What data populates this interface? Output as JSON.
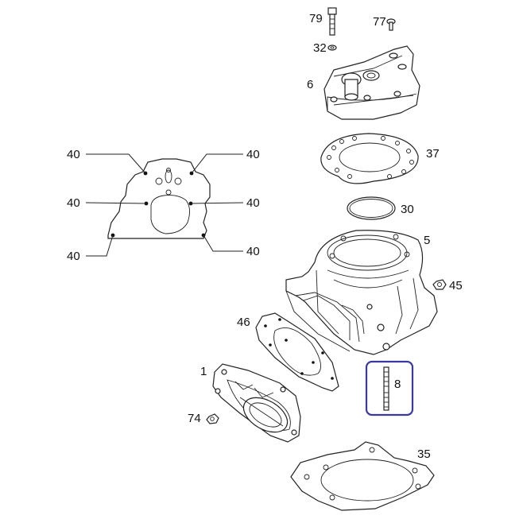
{
  "labels": {
    "p79": "79",
    "p77": "77",
    "p32": "32",
    "p6": "6",
    "p37": "37",
    "p30": "30",
    "p5": "5",
    "p45": "45",
    "p46": "46",
    "p8": "8",
    "p1": "1",
    "p74": "74",
    "p35": "35",
    "p40a": "40",
    "p40b": "40",
    "p40c": "40",
    "p40d": "40",
    "p40e": "40",
    "p40f": "40"
  },
  "colors": {
    "highlight_box": "#3a3a9e",
    "line": "#222222",
    "background": "#ffffff"
  }
}
